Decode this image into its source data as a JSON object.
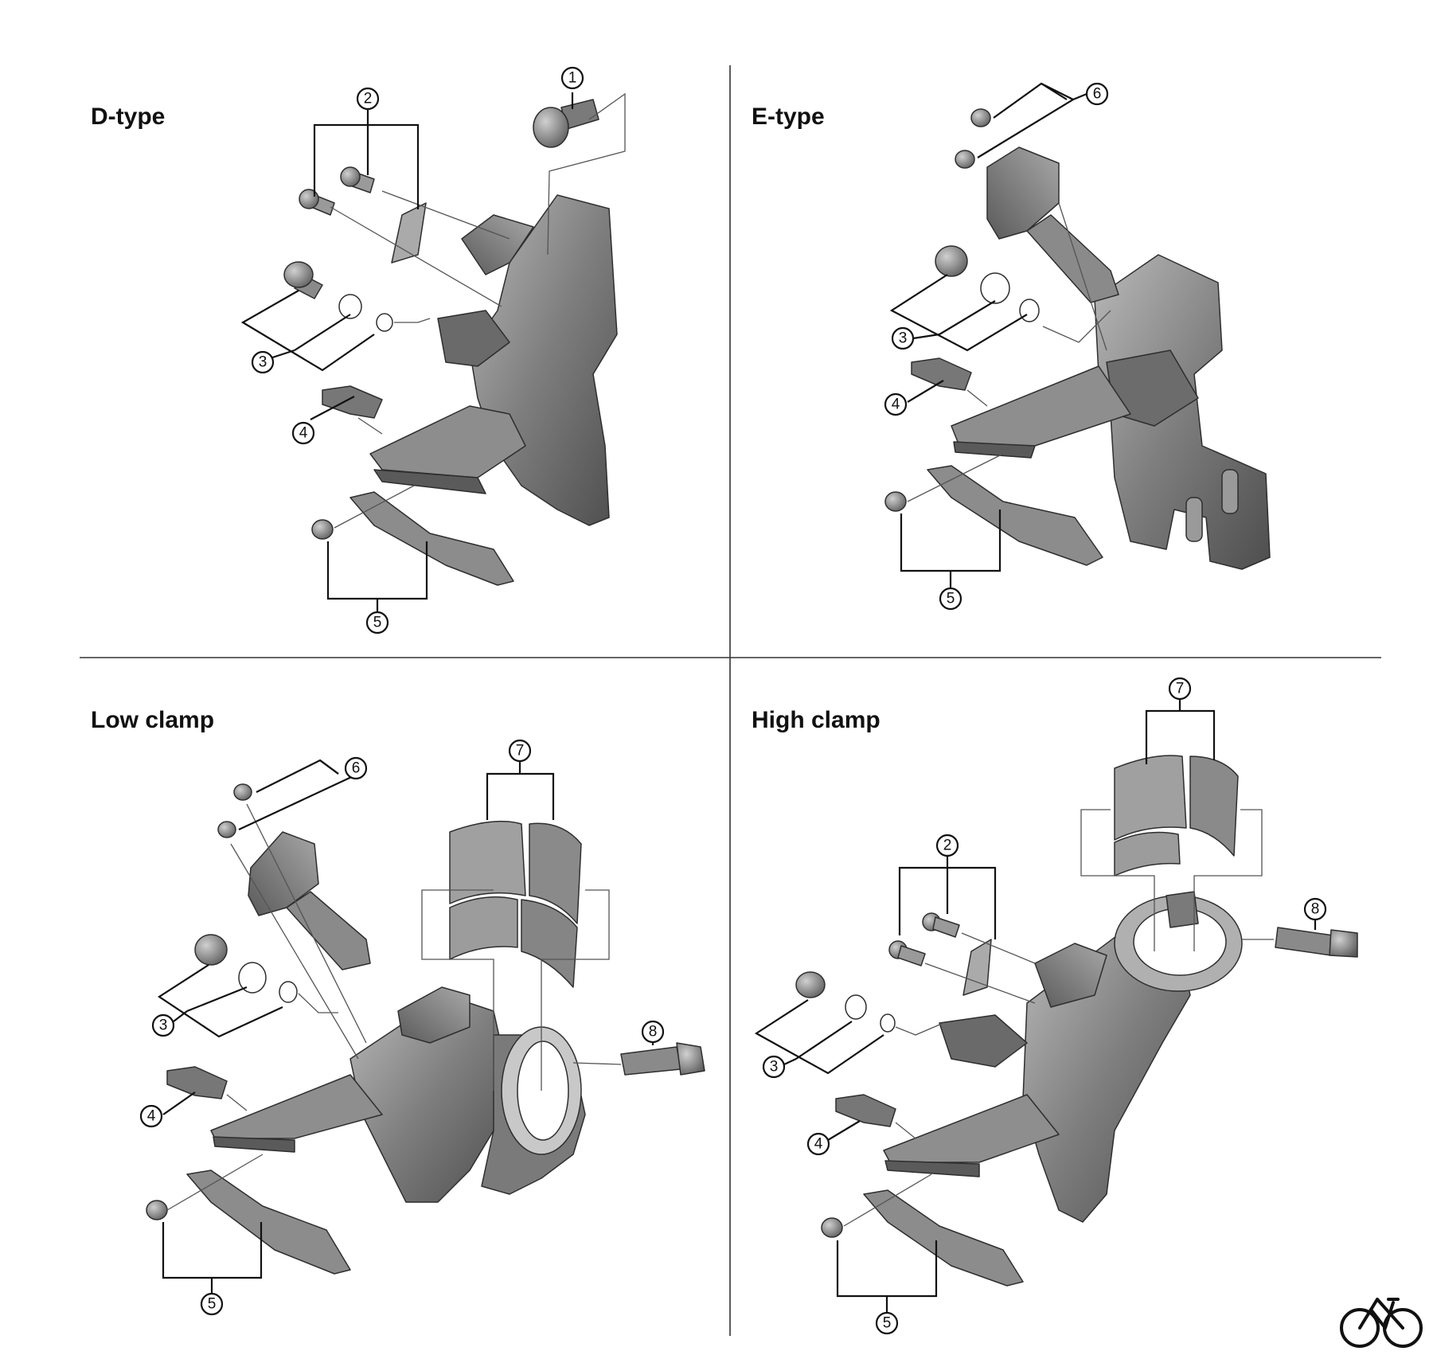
{
  "panels": [
    {
      "id": "d-type",
      "title": "D-type"
    },
    {
      "id": "e-type",
      "title": "E-type"
    },
    {
      "id": "low-clamp",
      "title": "Low clamp"
    },
    {
      "id": "high-clamp",
      "title": "High clamp"
    }
  ],
  "callouts": {
    "d_type": [
      "1",
      "2",
      "3",
      "4",
      "5"
    ],
    "e_type": [
      "6",
      "3",
      "4",
      "5"
    ],
    "low_clamp": [
      "6",
      "7",
      "3",
      "8",
      "4",
      "5"
    ],
    "high_clamp": [
      "7",
      "2",
      "8",
      "3",
      "4",
      "5"
    ]
  },
  "colors": {
    "part_dark": "#5c5c5c",
    "part_mid": "#8a8a8a",
    "part_light": "#b4b4b4",
    "line": "#111111",
    "background": "#ffffff"
  },
  "icons": [
    "bicycle-logo-icon"
  ]
}
